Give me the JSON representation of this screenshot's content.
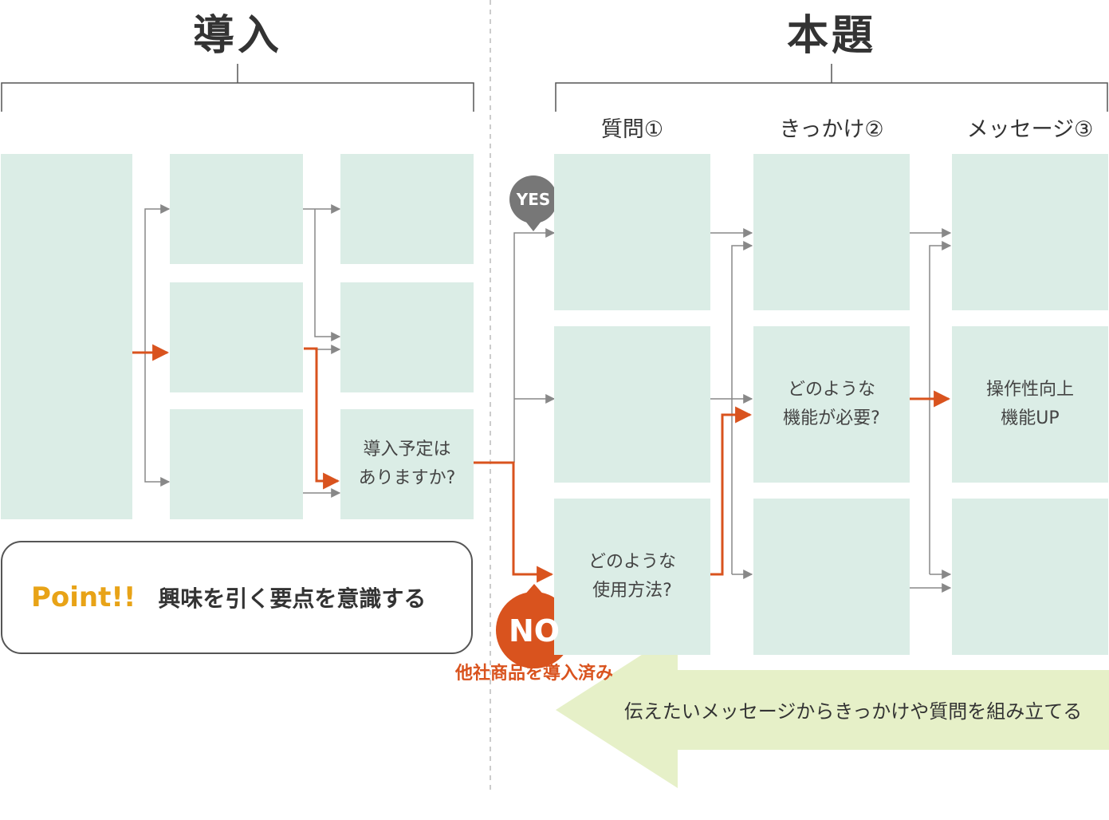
{
  "sections": {
    "intro_title": "導入",
    "main_title": "本題"
  },
  "columns": {
    "question": "質問①",
    "trigger": "きっかけ②",
    "message": "メッセージ③"
  },
  "boxes": {
    "intro_question": "導入予定は\nありますか?",
    "usage_question": "どのような\n使用方法?",
    "function_question": "どのような\n機能が必要?",
    "message_answer": "操作性向上\n機能UP"
  },
  "badges": {
    "yes": "YES",
    "no": "NO",
    "no_caption": "他社商品を導入済み"
  },
  "point": {
    "label": "Point!!",
    "text": "興味を引く要点を意識する"
  },
  "banner": {
    "text": "伝えたいメッセージからきっかけや質問を組み立てる"
  },
  "colors": {
    "box_fill": "#dbede6",
    "highlight_path": "#d9531e",
    "connector": "#888888",
    "banner_fill": "#e6f0c8",
    "point_label": "#e8a317",
    "yes_badge": "#777777",
    "no_badge": "#d9531e"
  }
}
